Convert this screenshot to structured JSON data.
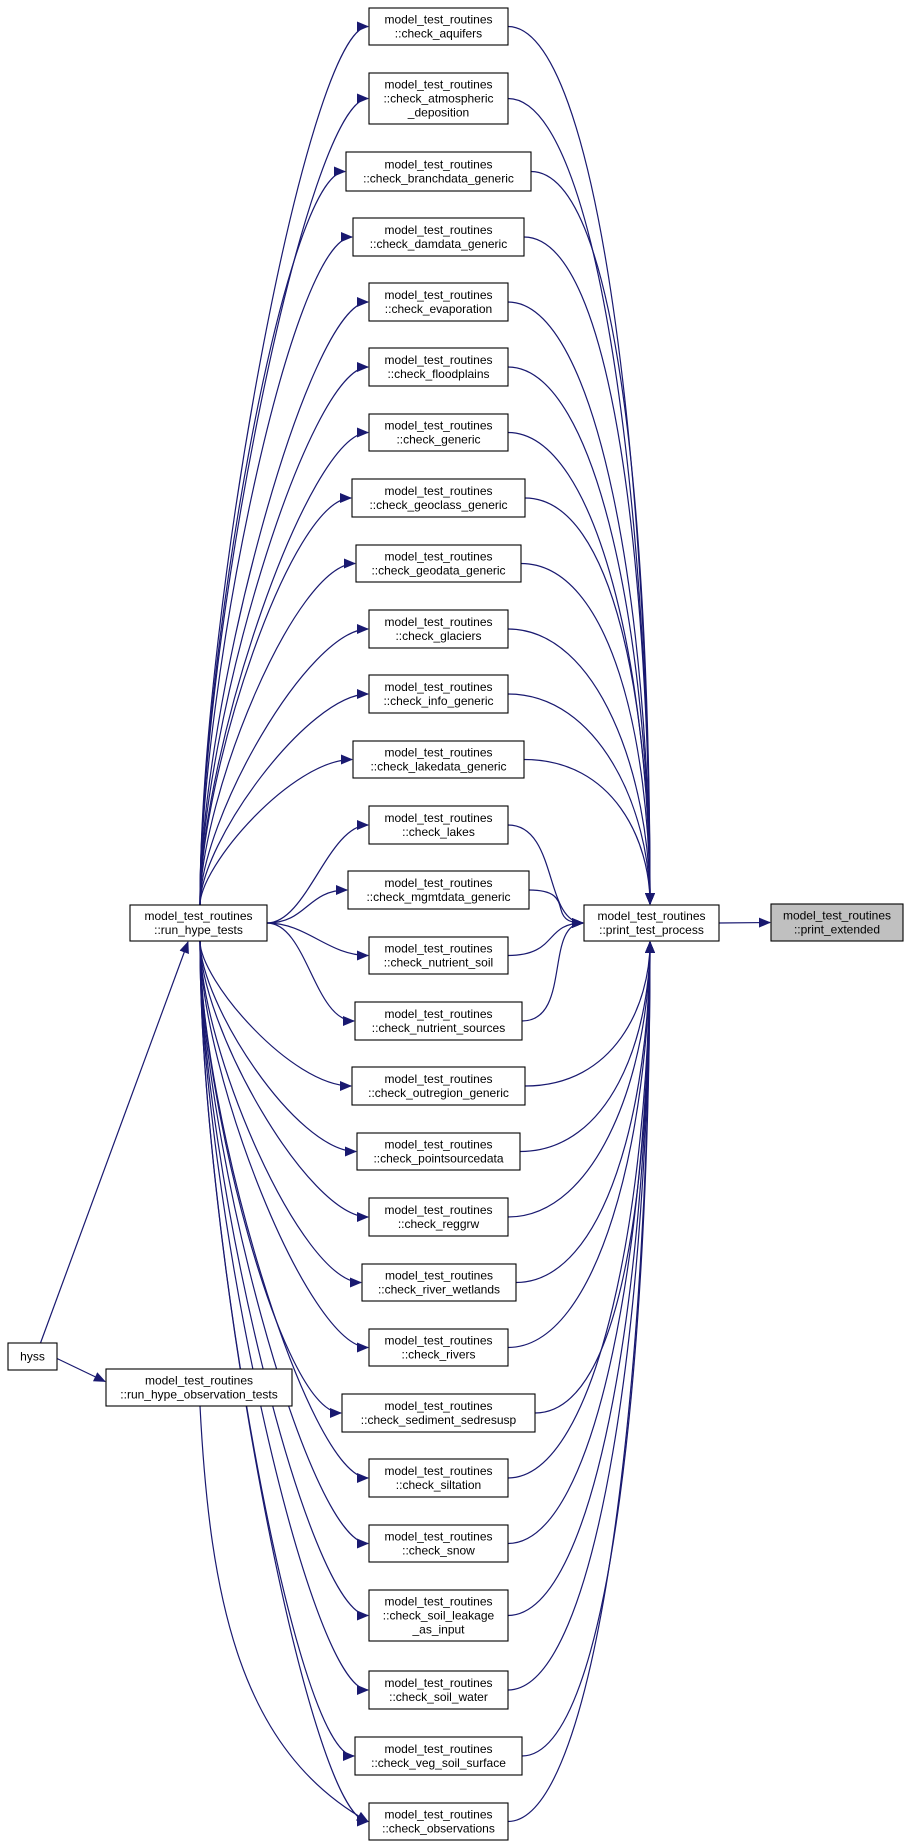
{
  "nodes": {
    "print_extended": {
      "lines": [
        "model_test_routines",
        "::print_extended"
      ],
      "highlight": true
    },
    "print_test_process": {
      "lines": [
        "model_test_routines",
        "::print_test_process"
      ]
    },
    "run_hype_tests": {
      "lines": [
        "model_test_routines",
        "::run_hype_tests"
      ]
    },
    "hyss": {
      "lines": [
        "hyss"
      ]
    },
    "run_hype_observation_tests": {
      "lines": [
        "model_test_routines",
        "::run_hype_observation_tests"
      ]
    },
    "check_aquifers": {
      "lines": [
        "model_test_routines",
        "::check_aquifers"
      ]
    },
    "check_atmospheric_deposition": {
      "lines": [
        "model_test_routines",
        "::check_atmospheric",
        "_deposition"
      ]
    },
    "check_branchdata_generic": {
      "lines": [
        "model_test_routines",
        "::check_branchdata_generic"
      ]
    },
    "check_damdata_generic": {
      "lines": [
        "model_test_routines",
        "::check_damdata_generic"
      ]
    },
    "check_evaporation": {
      "lines": [
        "model_test_routines",
        "::check_evaporation"
      ]
    },
    "check_floodplains": {
      "lines": [
        "model_test_routines",
        "::check_floodplains"
      ]
    },
    "check_generic": {
      "lines": [
        "model_test_routines",
        "::check_generic"
      ]
    },
    "check_geoclass_generic": {
      "lines": [
        "model_test_routines",
        "::check_geoclass_generic"
      ]
    },
    "check_geodata_generic": {
      "lines": [
        "model_test_routines",
        "::check_geodata_generic"
      ]
    },
    "check_glaciers": {
      "lines": [
        "model_test_routines",
        "::check_glaciers"
      ]
    },
    "check_info_generic": {
      "lines": [
        "model_test_routines",
        "::check_info_generic"
      ]
    },
    "check_lakedata_generic": {
      "lines": [
        "model_test_routines",
        "::check_lakedata_generic"
      ]
    },
    "check_lakes": {
      "lines": [
        "model_test_routines",
        "::check_lakes"
      ]
    },
    "check_mgmtdata_generic": {
      "lines": [
        "model_test_routines",
        "::check_mgmtdata_generic"
      ]
    },
    "check_nutrient_soil": {
      "lines": [
        "model_test_routines",
        "::check_nutrient_soil"
      ]
    },
    "check_nutrient_sources": {
      "lines": [
        "model_test_routines",
        "::check_nutrient_sources"
      ]
    },
    "check_outregion_generic": {
      "lines": [
        "model_test_routines",
        "::check_outregion_generic"
      ]
    },
    "check_pointsourcedata": {
      "lines": [
        "model_test_routines",
        "::check_pointsourcedata"
      ]
    },
    "check_reggrw": {
      "lines": [
        "model_test_routines",
        "::check_reggrw"
      ]
    },
    "check_river_wetlands": {
      "lines": [
        "model_test_routines",
        "::check_river_wetlands"
      ]
    },
    "check_rivers": {
      "lines": [
        "model_test_routines",
        "::check_rivers"
      ]
    },
    "check_sediment_sedresusp": {
      "lines": [
        "model_test_routines",
        "::check_sediment_sedresusp"
      ]
    },
    "check_siltation": {
      "lines": [
        "model_test_routines",
        "::check_siltation"
      ]
    },
    "check_snow": {
      "lines": [
        "model_test_routines",
        "::check_snow"
      ]
    },
    "check_soil_leakage_as_input": {
      "lines": [
        "model_test_routines",
        "::check_soil_leakage",
        "_as_input"
      ]
    },
    "check_soil_water": {
      "lines": [
        "model_test_routines",
        "::check_soil_water"
      ]
    },
    "check_veg_soil_surface": {
      "lines": [
        "model_test_routines",
        "::check_veg_soil_surface"
      ]
    },
    "check_observations": {
      "lines": [
        "model_test_routines",
        "::check_observations"
      ]
    }
  },
  "edges": [
    [
      "print_test_process",
      "print_extended"
    ],
    [
      "run_hype_tests",
      "check_aquifers"
    ],
    [
      "run_hype_tests",
      "check_atmospheric_deposition"
    ],
    [
      "run_hype_tests",
      "check_branchdata_generic"
    ],
    [
      "run_hype_tests",
      "check_damdata_generic"
    ],
    [
      "run_hype_tests",
      "check_evaporation"
    ],
    [
      "run_hype_tests",
      "check_floodplains"
    ],
    [
      "run_hype_tests",
      "check_generic"
    ],
    [
      "run_hype_tests",
      "check_geoclass_generic"
    ],
    [
      "run_hype_tests",
      "check_geodata_generic"
    ],
    [
      "run_hype_tests",
      "check_glaciers"
    ],
    [
      "run_hype_tests",
      "check_info_generic"
    ],
    [
      "run_hype_tests",
      "check_lakedata_generic"
    ],
    [
      "run_hype_tests",
      "check_lakes"
    ],
    [
      "run_hype_tests",
      "check_mgmtdata_generic"
    ],
    [
      "run_hype_tests",
      "check_nutrient_soil"
    ],
    [
      "run_hype_tests",
      "check_nutrient_sources"
    ],
    [
      "run_hype_tests",
      "check_outregion_generic"
    ],
    [
      "run_hype_tests",
      "check_pointsourcedata"
    ],
    [
      "run_hype_tests",
      "check_reggrw"
    ],
    [
      "run_hype_tests",
      "check_river_wetlands"
    ],
    [
      "run_hype_tests",
      "check_rivers"
    ],
    [
      "run_hype_tests",
      "check_sediment_sedresusp"
    ],
    [
      "run_hype_tests",
      "check_siltation"
    ],
    [
      "run_hype_tests",
      "check_snow"
    ],
    [
      "run_hype_tests",
      "check_soil_leakage_as_input"
    ],
    [
      "run_hype_tests",
      "check_soil_water"
    ],
    [
      "run_hype_tests",
      "check_veg_soil_surface"
    ],
    [
      "run_hype_tests",
      "check_observations"
    ],
    [
      "hyss",
      "run_hype_tests"
    ],
    [
      "hyss",
      "run_hype_observation_tests"
    ],
    [
      "run_hype_observation_tests",
      "check_observations"
    ],
    [
      "check_aquifers",
      "print_test_process"
    ],
    [
      "check_atmospheric_deposition",
      "print_test_process"
    ],
    [
      "check_branchdata_generic",
      "print_test_process"
    ],
    [
      "check_damdata_generic",
      "print_test_process"
    ],
    [
      "check_evaporation",
      "print_test_process"
    ],
    [
      "check_floodplains",
      "print_test_process"
    ],
    [
      "check_generic",
      "print_test_process"
    ],
    [
      "check_geoclass_generic",
      "print_test_process"
    ],
    [
      "check_geodata_generic",
      "print_test_process"
    ],
    [
      "check_glaciers",
      "print_test_process"
    ],
    [
      "check_info_generic",
      "print_test_process"
    ],
    [
      "check_lakedata_generic",
      "print_test_process"
    ],
    [
      "check_lakes",
      "print_test_process"
    ],
    [
      "check_mgmtdata_generic",
      "print_test_process"
    ],
    [
      "check_nutrient_soil",
      "print_test_process"
    ],
    [
      "check_nutrient_sources",
      "print_test_process"
    ],
    [
      "check_outregion_generic",
      "print_test_process"
    ],
    [
      "check_pointsourcedata",
      "print_test_process"
    ],
    [
      "check_reggrw",
      "print_test_process"
    ],
    [
      "check_river_wetlands",
      "print_test_process"
    ],
    [
      "check_rivers",
      "print_test_process"
    ],
    [
      "check_sediment_sedresusp",
      "print_test_process"
    ],
    [
      "check_siltation",
      "print_test_process"
    ],
    [
      "check_snow",
      "print_test_process"
    ],
    [
      "check_soil_leakage_as_input",
      "print_test_process"
    ],
    [
      "check_soil_water",
      "print_test_process"
    ],
    [
      "check_veg_soil_surface",
      "print_test_process"
    ],
    [
      "check_observations",
      "print_test_process"
    ]
  ],
  "colors": {
    "edge": "#191970",
    "highlight_fill": "#c0c0c0",
    "node_fill": "#ffffff",
    "node_border": "#000000"
  }
}
